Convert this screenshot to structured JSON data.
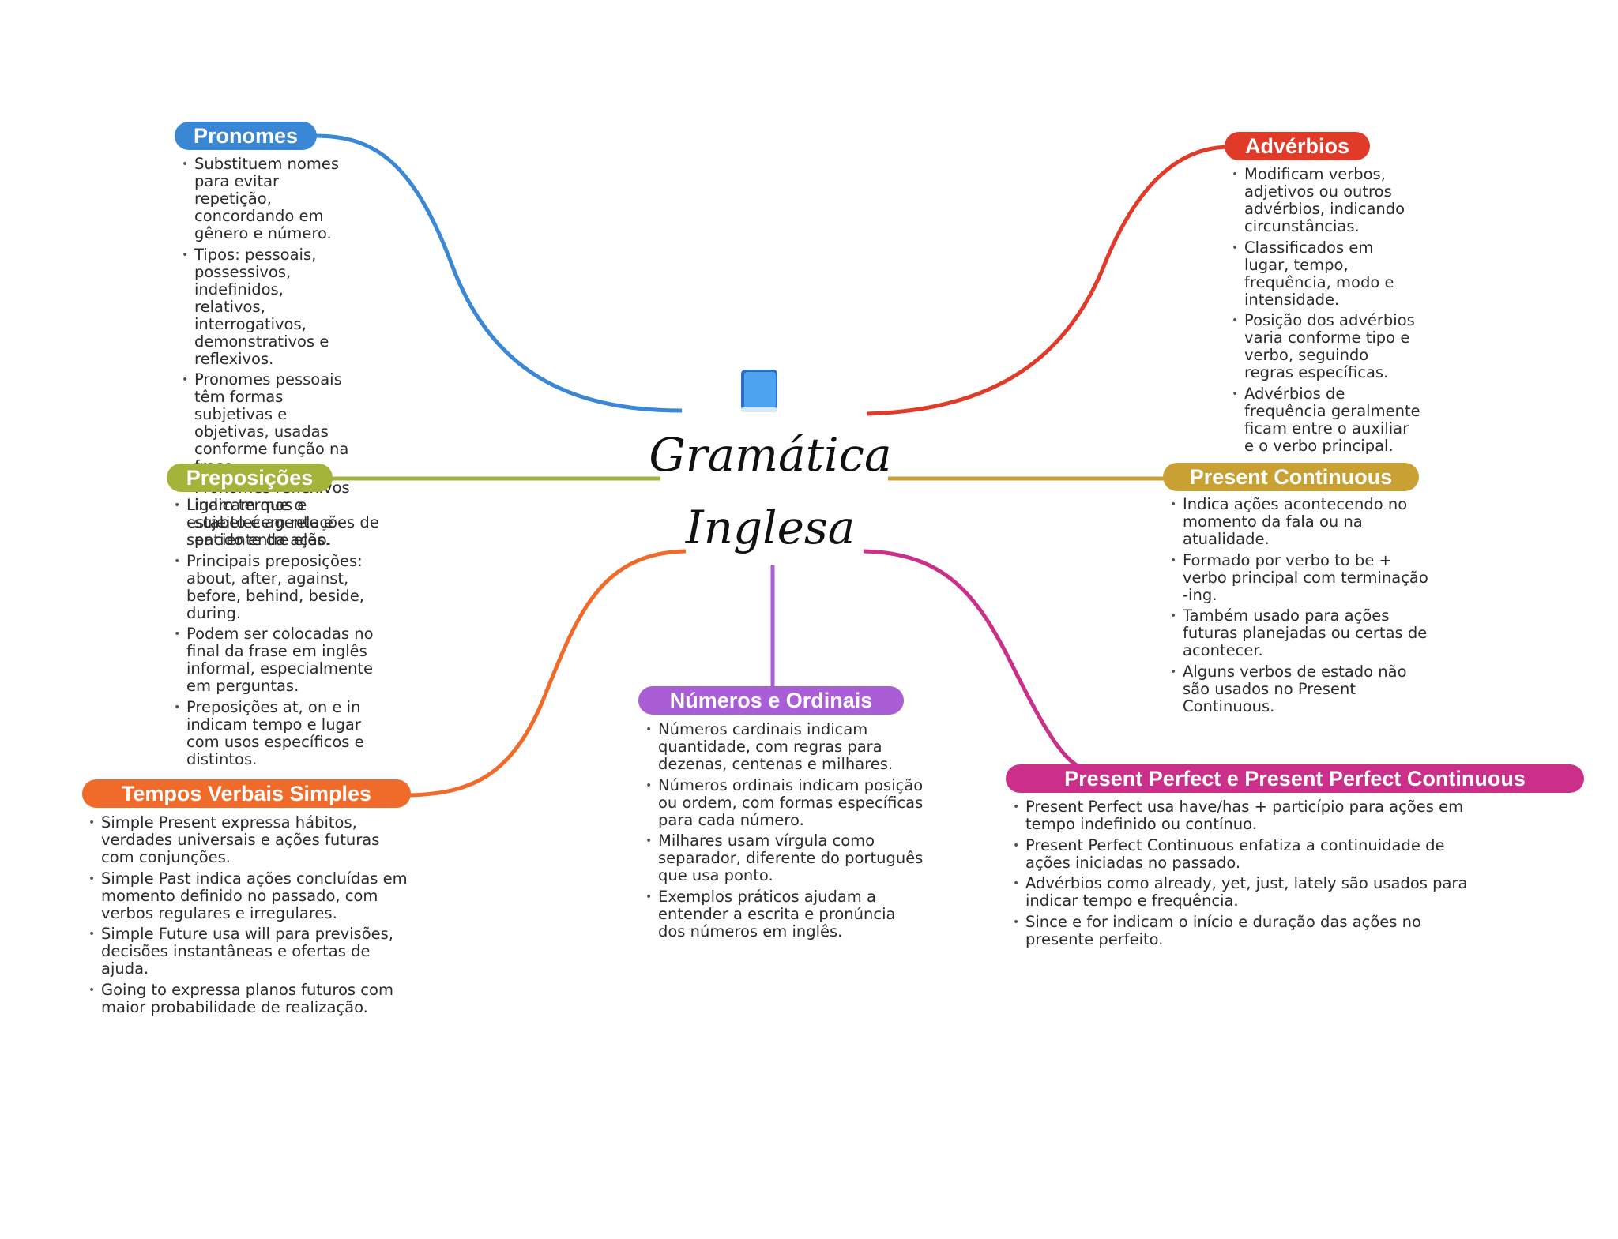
{
  "center": {
    "title_line1": "Gramática",
    "title_line2": "Inglesa",
    "icon": "blue-book-icon",
    "icon_color": "#3a8ee6"
  },
  "branches": {
    "pronomes": {
      "label": "Pronomes",
      "color": "#3a87d6",
      "notes": [
        "Substituem nomes para evitar repetição, concordando em gênero e número.",
        "Tipos: pessoais, possessivos, indefinidos, relativos, interrogativos, demonstrativos e reflexivos.",
        "Pronomes pessoais têm formas subjetivas e objetivas, usadas conforme função na frase.",
        "Pronomes reflexivos indicam que o sujeito é agente e paciente da ação."
      ]
    },
    "preposicoes": {
      "label": "Preposições",
      "color": "#a4b33a",
      "notes": [
        "Ligam termos e estabelecem relações de sentido entre eles.",
        "Principais preposições: about, after, against, before, behind, beside, during.",
        "Podem ser colocadas no final da frase em inglês informal, especialmente em perguntas.",
        "Preposições at, on e in indicam tempo e lugar com usos específicos e distintos."
      ]
    },
    "tempos": {
      "label": "Tempos Verbais Simples",
      "color": "#f06a2a",
      "notes": [
        "Simple Present expressa hábitos, verdades universais e ações futuras com conjunções.",
        "Simple Past indica ações concluídas em momento definido no passado, com verbos regulares e irregulares.",
        "Simple Future usa will para previsões, decisões instantâneas e ofertas de ajuda.",
        "Going to expressa planos futuros com maior probabilidade de realização."
      ]
    },
    "numeros": {
      "label": "Números e Ordinais",
      "color": "#a95ed6",
      "notes": [
        "Números cardinais indicam quantidade, com regras para dezenas, centenas e milhares.",
        "Números ordinais indicam posição ou ordem, com formas específicas para cada número.",
        "Milhares usam vírgula como separador, diferente do português que usa ponto.",
        "Exemplos práticos ajudam a entender a escrita e pronúncia dos números em inglês."
      ]
    },
    "adverbios": {
      "label": "Advérbios",
      "color": "#e03a28",
      "notes": [
        "Modificam verbos, adjetivos ou outros advérbios, indicando circunstâncias.",
        "Classificados em lugar, tempo, frequência, modo e intensidade.",
        "Posição dos advérbios varia conforme tipo e verbo, seguindo regras específicas.",
        "Advérbios de frequência geralmente ficam entre o auxiliar e o verbo principal."
      ]
    },
    "continuous": {
      "label": "Present Continuous",
      "color": "#c9a032",
      "notes": [
        "Indica ações acontecendo no momento da fala ou na atualidade.",
        "Formado por verbo to be + verbo principal com terminação -ing.",
        "Também usado para ações futuras planejadas ou certas de acontecer.",
        "Alguns verbos de estado não são usados no Present Continuous."
      ]
    },
    "perfect": {
      "label": "Present Perfect e Present Perfect Continuous",
      "color": "#cc2f8a",
      "notes": [
        "Present Perfect usa have/has + particípio para ações em tempo indefinido ou contínuo.",
        "Present Perfect Continuous enfatiza a continuidade de ações iniciadas no passado.",
        "Advérbios como already, yet, just, lately são usados para indicar tempo e frequência.",
        "Since e for indicam o início e duração das ações no presente perfeito."
      ]
    }
  }
}
